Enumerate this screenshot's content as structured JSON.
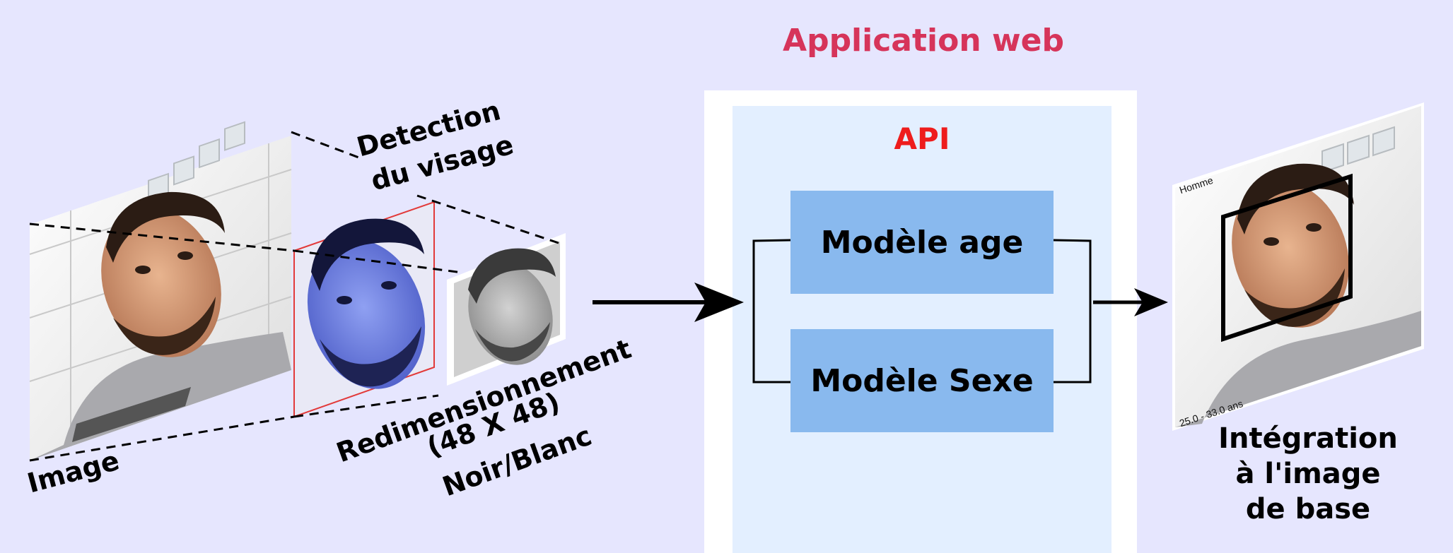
{
  "app": {
    "title": "Application web",
    "api_title": "API",
    "models": {
      "age": "Modèle age",
      "sexe": "Modèle Sexe"
    }
  },
  "labels": {
    "image": "Image",
    "detection_line1": "Detection",
    "detection_line2": "du visage",
    "resize_line1": "Redimensionnement",
    "resize_line2": "(48 X 48)",
    "resize_line3": "Noir/Blanc",
    "integration_line1": "Intégration",
    "integration_line2": "à l'image",
    "integration_line3": "de base"
  },
  "output_overlay": {
    "gender": "Homme",
    "age_range": "25.0 - 33.0 ans"
  },
  "colors": {
    "background": "#e6e6fe",
    "title_web": "#d6345a",
    "api_title": "#ee1c1c",
    "model_box": "#89b9ee",
    "api_panel": "#e3efff"
  }
}
